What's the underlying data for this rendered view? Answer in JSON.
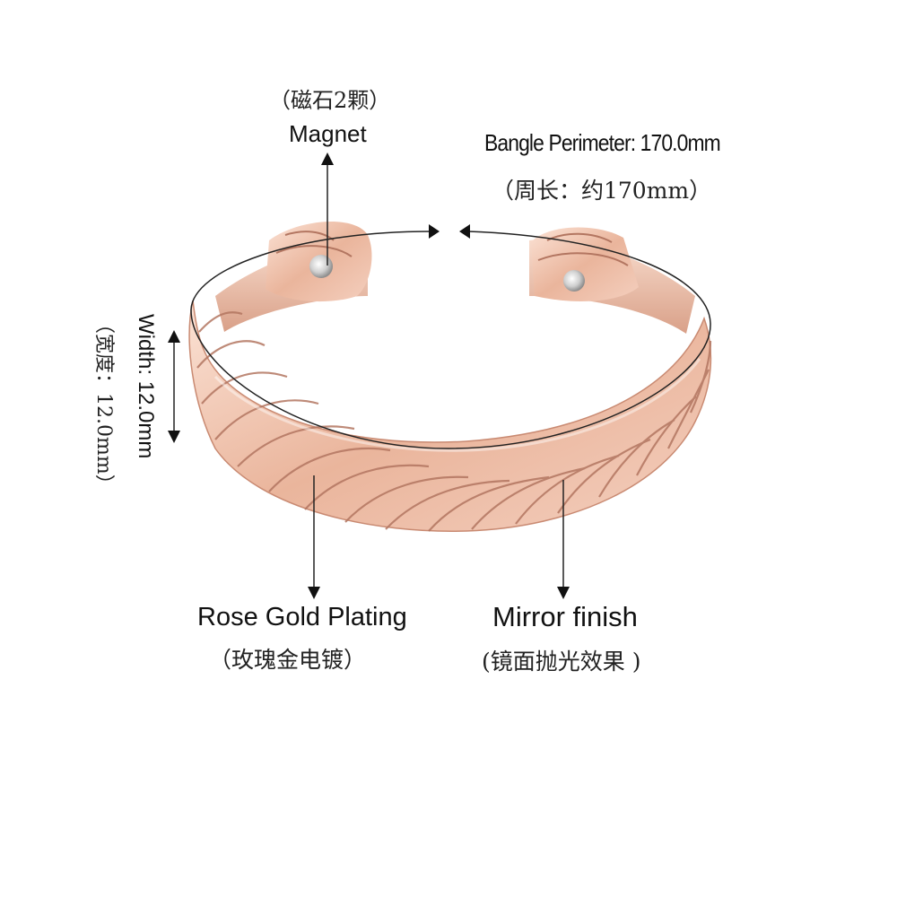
{
  "annotations": {
    "magnet": {
      "label_cn": "（磁石2颗）",
      "label_en": "Magnet"
    },
    "perimeter": {
      "label_en": "Bangle Perimeter: 170.0mm",
      "label_cn": "（周长：约170mm）"
    },
    "width": {
      "label_en": "Width: 12.0mm",
      "label_cn": "（宽度：12.0mm）"
    },
    "plating": {
      "label_en": "Rose Gold Plating",
      "label_cn": "（玫瑰金电镀）"
    },
    "finish": {
      "label_en": "Mirror finish",
      "label_cn": "(镜面抛光效果 )"
    }
  },
  "colors": {
    "rose_gold_light": "#f6d2c0",
    "rose_gold_mid": "#e8b29a",
    "rose_gold_dark": "#c98a72",
    "groove": "#b37661",
    "magnet": "#d9d9d9",
    "line": "#222222"
  }
}
